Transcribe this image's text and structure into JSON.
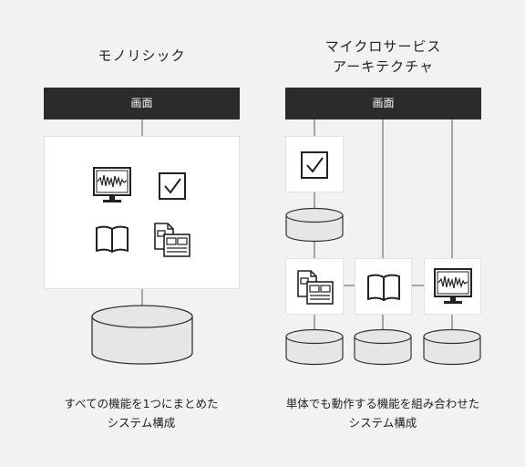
{
  "left": {
    "title": "モノリシック",
    "bar_label": "画面",
    "caption_line1": "すべての機能を1つにまとめた",
    "caption_line2": "システム構成"
  },
  "right": {
    "title_line1": "マイクロサービス",
    "title_line2": "アーキテクチャ",
    "bar_label": "画面",
    "caption_line1": "単体でも動作する機能を組み合わせた",
    "caption_line2": "システム構成"
  },
  "colors": {
    "bar": "#2b2b2b",
    "background": "#f2f2f2",
    "db_fill": "#e4e6e8",
    "line": "#555555"
  },
  "icons": [
    "monitor-icon",
    "checkbox-icon",
    "book-icon",
    "document-icon",
    "database-icon"
  ]
}
